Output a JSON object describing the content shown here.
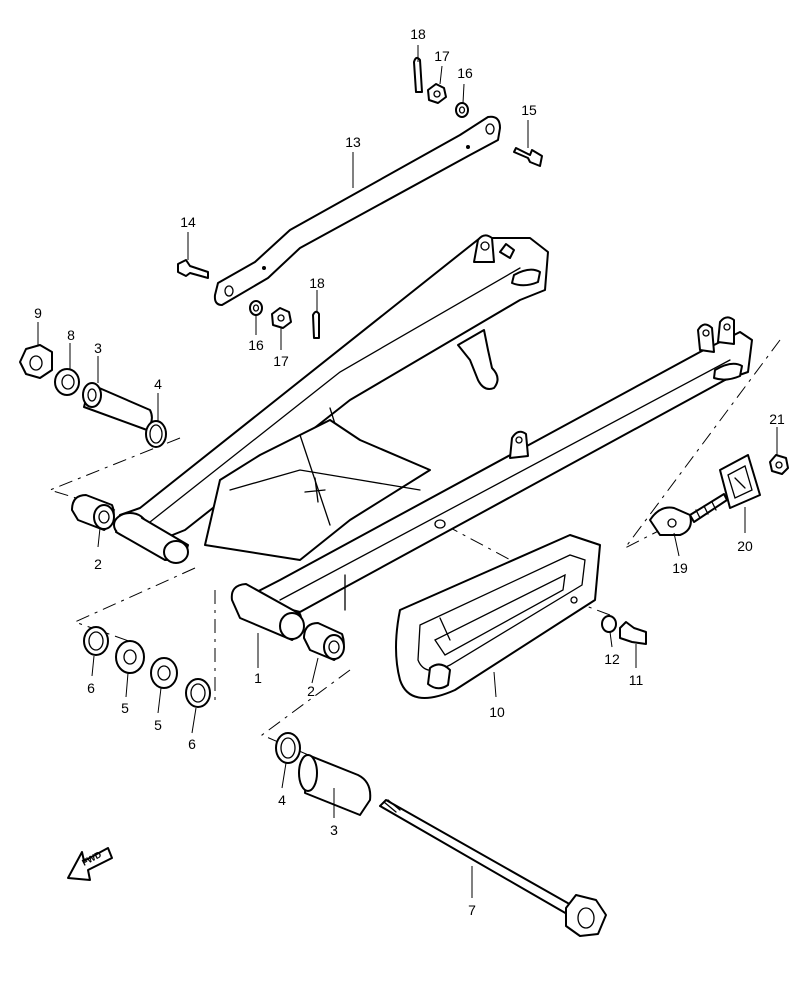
{
  "callouts": [
    {
      "id": "c18a",
      "label": "18"
    },
    {
      "id": "c17a",
      "label": "17"
    },
    {
      "id": "c16a",
      "label": "16"
    },
    {
      "id": "c15",
      "label": "15"
    },
    {
      "id": "c13",
      "label": "13"
    },
    {
      "id": "c14",
      "label": "14"
    },
    {
      "id": "c18b",
      "label": "18"
    },
    {
      "id": "c16b",
      "label": "16"
    },
    {
      "id": "c17b",
      "label": "17"
    },
    {
      "id": "c9",
      "label": "9"
    },
    {
      "id": "c8",
      "label": "8"
    },
    {
      "id": "c3a",
      "label": "3"
    },
    {
      "id": "c4a",
      "label": "4"
    },
    {
      "id": "c21",
      "label": "21"
    },
    {
      "id": "c2a",
      "label": "2"
    },
    {
      "id": "c20",
      "label": "20"
    },
    {
      "id": "c19",
      "label": "19"
    },
    {
      "id": "c12",
      "label": "12"
    },
    {
      "id": "c11",
      "label": "11"
    },
    {
      "id": "c6a",
      "label": "6"
    },
    {
      "id": "c5a",
      "label": "5"
    },
    {
      "id": "c5b",
      "label": "5"
    },
    {
      "id": "c6b",
      "label": "6"
    },
    {
      "id": "c1",
      "label": "1"
    },
    {
      "id": "c2b",
      "label": "2"
    },
    {
      "id": "c10",
      "label": "10"
    },
    {
      "id": "c4b",
      "label": "4"
    },
    {
      "id": "c3b",
      "label": "3"
    },
    {
      "id": "c7",
      "label": "7"
    }
  ],
  "fwd_badge": "FWD"
}
